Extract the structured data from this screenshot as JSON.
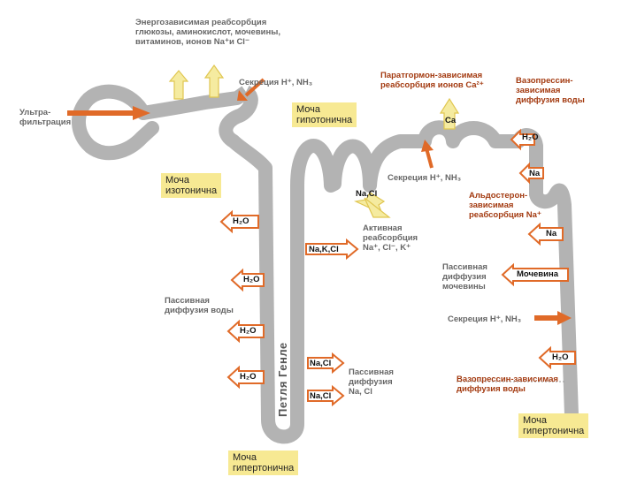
{
  "labels": {
    "energy_reabsorption": "Энергозависимая реабсорбция\nглюкозы, аминокислот, мочевины,\nвитаминов, ионов Na⁺и Cl⁻",
    "secretion_top": "Секреция Н⁺, NH₃",
    "ultrafiltration": "Ультра-\nфильтрация",
    "urine_hypotonic": "Моча\nгипотонична",
    "pth": "Паратгормон-зависимая\nреабсорбция ионов Ca²⁺",
    "vasopressin_top": "Вазопрессин-\nзависимая\nдиффузия воды",
    "urine_isotonic": "Моча\nизотонична",
    "secretion_mid": "Секреция Н⁺, NH₃",
    "aldosterone": "Альдостерон-\nзависимая\nреабсорбция Na⁺",
    "active_reabsorption": "Активная\nреабсорбция\nNa⁺, Cl⁻, K⁺",
    "passive_urea": "Пассивная\nдиффузия\nмочевины",
    "passive_water": "Пассивная\nдиффузия воды",
    "secretion_low": "Секреция Н⁺, NH₃",
    "passive_nacl": "Пассивная\nдиффузия\nNa, Cl",
    "vasopressin_low": "Вазопрессин-зависимая\nдиффузия воды",
    "loop_henle": "Петля Генле",
    "urine_hypertonic_right": "Моча\nгипертонична",
    "urine_hypertonic_bottom": "Моча\nгипертонична"
  },
  "arrows": {
    "h2o_1": "H₂O",
    "h2o_2": "H₂O",
    "h2o_3": "H₂O",
    "h2o_4": "H₂O",
    "nakcl": "Na,K,Cl",
    "nacl_top": "Na,Cl",
    "nacl_1": "Na,Cl",
    "nacl_2": "Na,Cl",
    "ca": "Ca",
    "h2o_right": "H₂O",
    "na_right": "Na",
    "na_right2": "Na",
    "urea": "Мочевина",
    "h2o_collect": "H₂O"
  },
  "colors": {
    "tubule": "#b3b3b3",
    "label_bg": "#f7e993",
    "out_arrow_fill": "#f5eba0",
    "out_arrow_stroke": "#e0c650",
    "orange": "#e06a28"
  }
}
